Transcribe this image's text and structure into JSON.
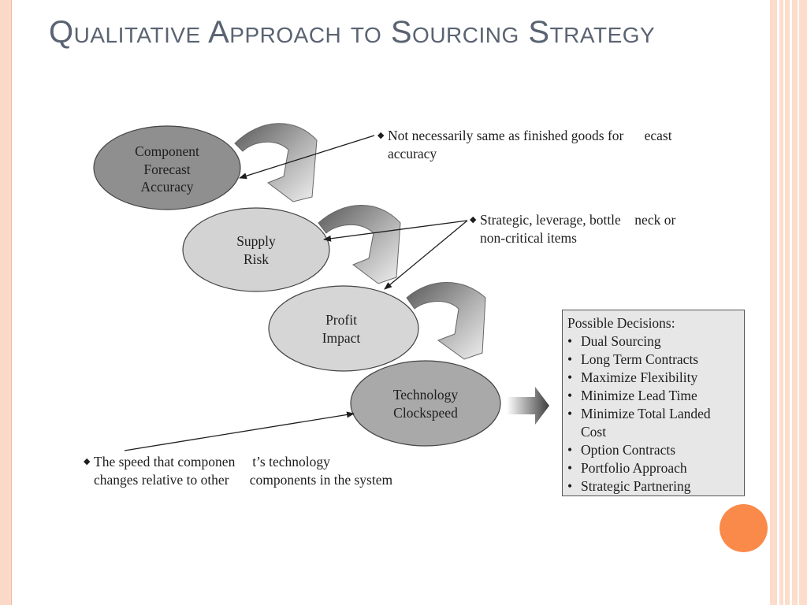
{
  "title": "Qualitative Approach to Sourcing Strategy",
  "nodes": [
    {
      "id": "component",
      "label": "Component\nForecast\nAccuracy"
    },
    {
      "id": "supply",
      "label": "Supply\nRisk"
    },
    {
      "id": "profit",
      "label": "Profit\nImpact"
    },
    {
      "id": "technology",
      "label": "Technology\nClockspeed"
    }
  ],
  "annotations": {
    "forecast": "Not necessarily same as finished goods for      ecast\naccuracy",
    "strategic": "Strategic, leverage, bottle    neck or\nnon-critical items",
    "speed": "The speed that componen     t’s technology\nchanges relative to other      components in the system"
  },
  "decisions": {
    "heading": "Possible Decisions:",
    "items": [
      "Dual Sourcing",
      "Long Term Contracts",
      "Maximize Flexibility",
      "Minimize Lead Time",
      "Minimize Total Landed Cost",
      "Option Contracts",
      "Portfolio  Approach",
      "Strategic Partnering"
    ]
  },
  "colors": {
    "title": "#5a6372",
    "frame_peach": "#fbd9c8",
    "accent_orange": "#fa8a4a",
    "node_dark": "#8f8f8f",
    "node_light": "#d3d3d3",
    "decision_box": "#e7e7e7"
  }
}
